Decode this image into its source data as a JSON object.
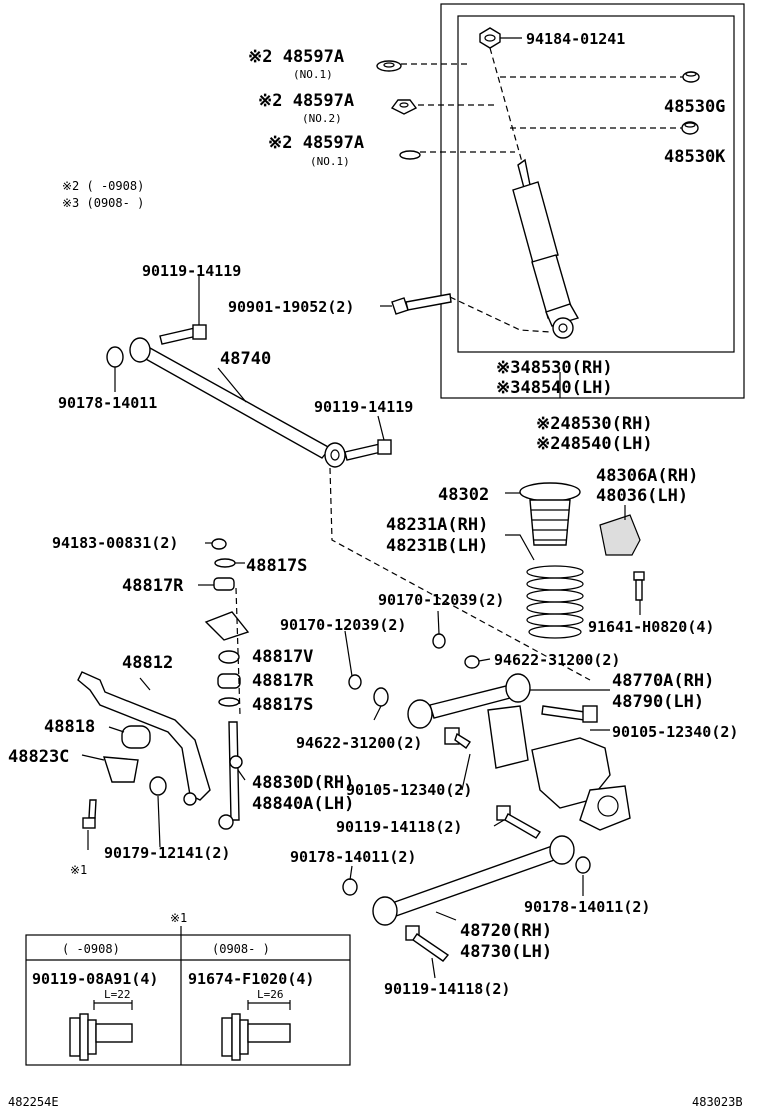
{
  "notes": {
    "note2": "※2 (      -0908)",
    "note3": "※3 (0908-      )",
    "note1_marker": "※1",
    "note1_callout": "※1"
  },
  "parts": {
    "p94184": "94184-01241",
    "p48597a_1": "※2 48597A",
    "p48597a_1_sub": "(NO.1)",
    "p48597a_2": "※2 48597A",
    "p48597a_2_sub": "(NO.2)",
    "p48597a_3": "※2 48597A",
    "p48597a_3_sub": "(NO.1)",
    "p48530g": "48530G",
    "p48530k": "48530K",
    "p90119_top": "90119-14119",
    "p90901": "90901-19052(2)",
    "p48740": "48740",
    "p90178_a": "90178-14011",
    "p90119_mid": "90119-14119",
    "p48530rh_3": "※348530(RH)",
    "p48540lh_3": "※348540(LH)",
    "p48530rh_2": "※248530(RH)",
    "p48540lh_2": "※248540(LH)",
    "p48306a": "48306A(RH)",
    "p48036": "48036(LH)",
    "p48302": "48302",
    "p48231a": "48231A(RH)",
    "p48231b": "48231B(LH)",
    "p94183": "94183-00831(2)",
    "p48817s_a": "48817S",
    "p48817r_a": "48817R",
    "p90170_a": "90170-12039(2)",
    "p90170_b": "90170-12039(2)",
    "p91641": "91641-H0820(4)",
    "p48812": "48812",
    "p48817v": "48817V",
    "p48817r_b": "48817R",
    "p48817s_b": "48817S",
    "p94622_a": "94622-31200(2)",
    "p48770a": "48770A(RH)",
    "p48790": "48790(LH)",
    "p48818": "48818",
    "p48823c": "48823C",
    "p90105_a": "90105-12340(2)",
    "p94622_b": "94622-31200(2)",
    "p48830d": "48830D(RH)",
    "p48840a": "48840A(LH)",
    "p90105_b": "90105-12340(2)",
    "p90119_118a": "90119-14118(2)",
    "p90179": "90179-12141(2)",
    "p90178_b": "90178-14011(2)",
    "p90178_c": "90178-14011(2)",
    "p48720": "48720(RH)",
    "p48730": "48730(LH)",
    "p90119_118b": "90119-14118(2)"
  },
  "table": {
    "col1_header": "(      -0908)",
    "col2_header": "(0908-      )",
    "col1_part": "90119-08A91(4)",
    "col2_part": "91674-F1020(4)",
    "col1_len": "L=22",
    "col2_len": "L=26"
  },
  "footer": {
    "left_code": "482254E",
    "right_code": "483023B"
  }
}
